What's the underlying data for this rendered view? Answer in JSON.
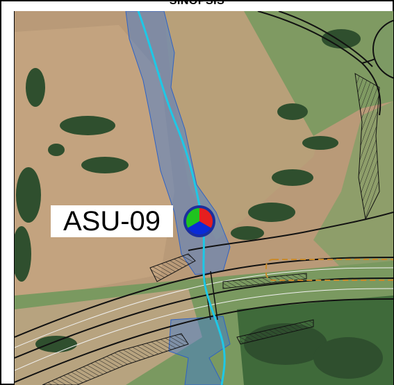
{
  "header": {
    "title": "SINOPSIS"
  },
  "map": {
    "basemap": "satellite-orthophoto",
    "features": {
      "stream_color": "#1ec8e6",
      "flood_zone_color": "#3c7bd8",
      "road_line_color": "#111111",
      "project_outline_color": "#c98a2a"
    },
    "sampling_point": {
      "label": "ASU-09",
      "symbol": "tricolor-circle",
      "colors": {
        "sector_top": "#0a2bd8",
        "sector_left": "#1fc31f",
        "sector_right": "#e51f1f",
        "outline": "#1b2f9e"
      }
    }
  }
}
